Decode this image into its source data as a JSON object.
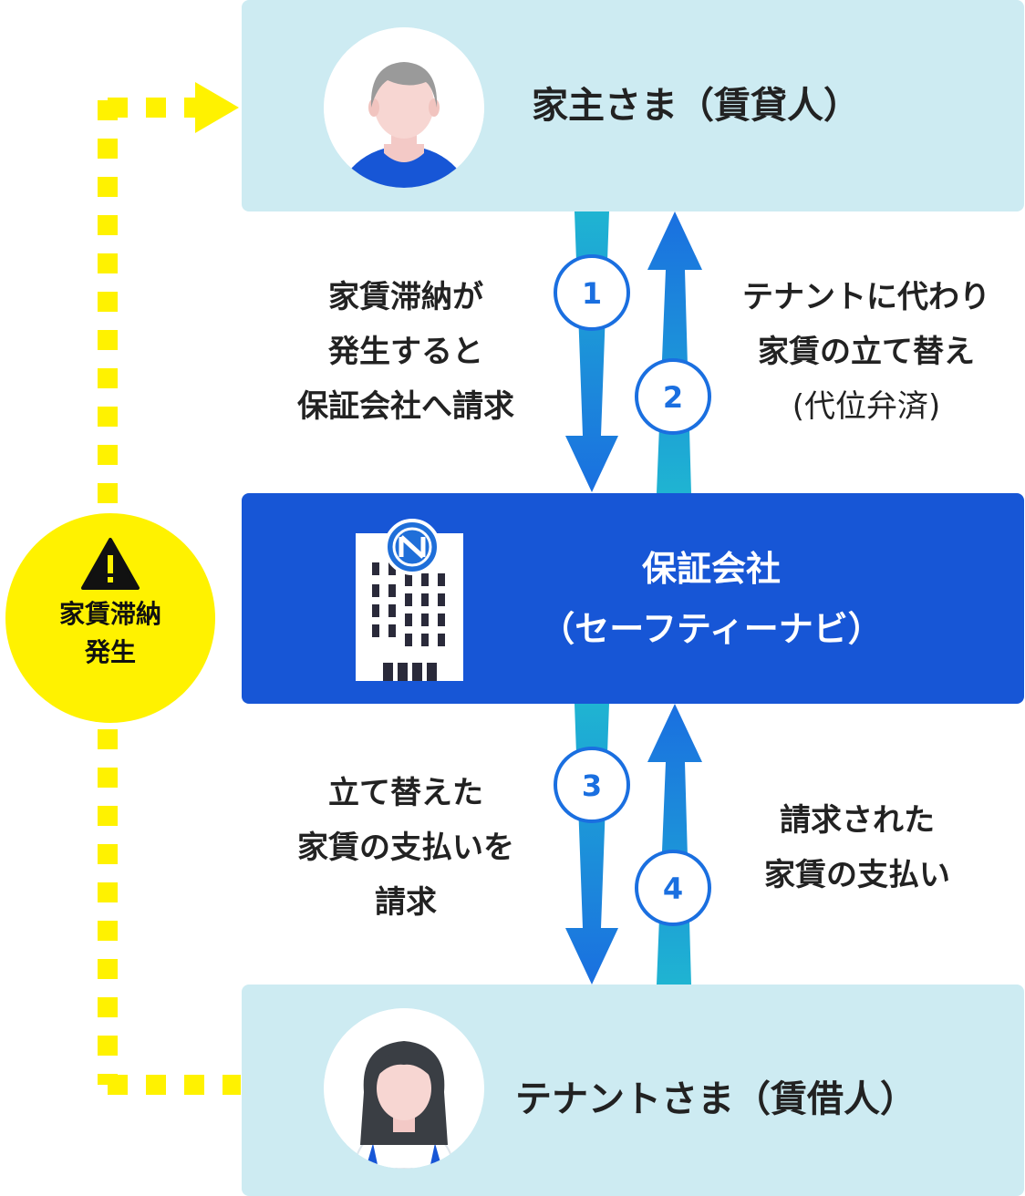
{
  "landlord": {
    "title": "家主さま（賃貸人）"
  },
  "tenant": {
    "title": "テナントさま（賃借人）"
  },
  "company": {
    "line1": "保証会社",
    "line2": "（セーフティーナビ）"
  },
  "warning": {
    "line1": "家賃滞納",
    "line2": "発生"
  },
  "steps": [
    {
      "number": "1",
      "lines": [
        "家賃滞納が",
        "発生すると",
        "保証会社へ請求"
      ]
    },
    {
      "number": "2",
      "lines": [
        "テナントに代わり",
        "家賃の立て替え",
        "(代位弁済)"
      ]
    },
    {
      "number": "3",
      "lines": [
        "立て替えた",
        "家賃の支払いを",
        "請求"
      ]
    },
    {
      "number": "4",
      "lines": [
        "請求された",
        "家賃の支払い"
      ]
    }
  ],
  "colors": {
    "light_panel": "#cdebf2",
    "company_blue": "#1756d6",
    "arrow_blue": "#1a6fe0",
    "flow_cyan": "#1fb4d2",
    "warning_yellow": "#fff200"
  },
  "icons": [
    "person-landlord-icon",
    "person-tenant-icon",
    "building-icon",
    "warning-icon"
  ]
}
